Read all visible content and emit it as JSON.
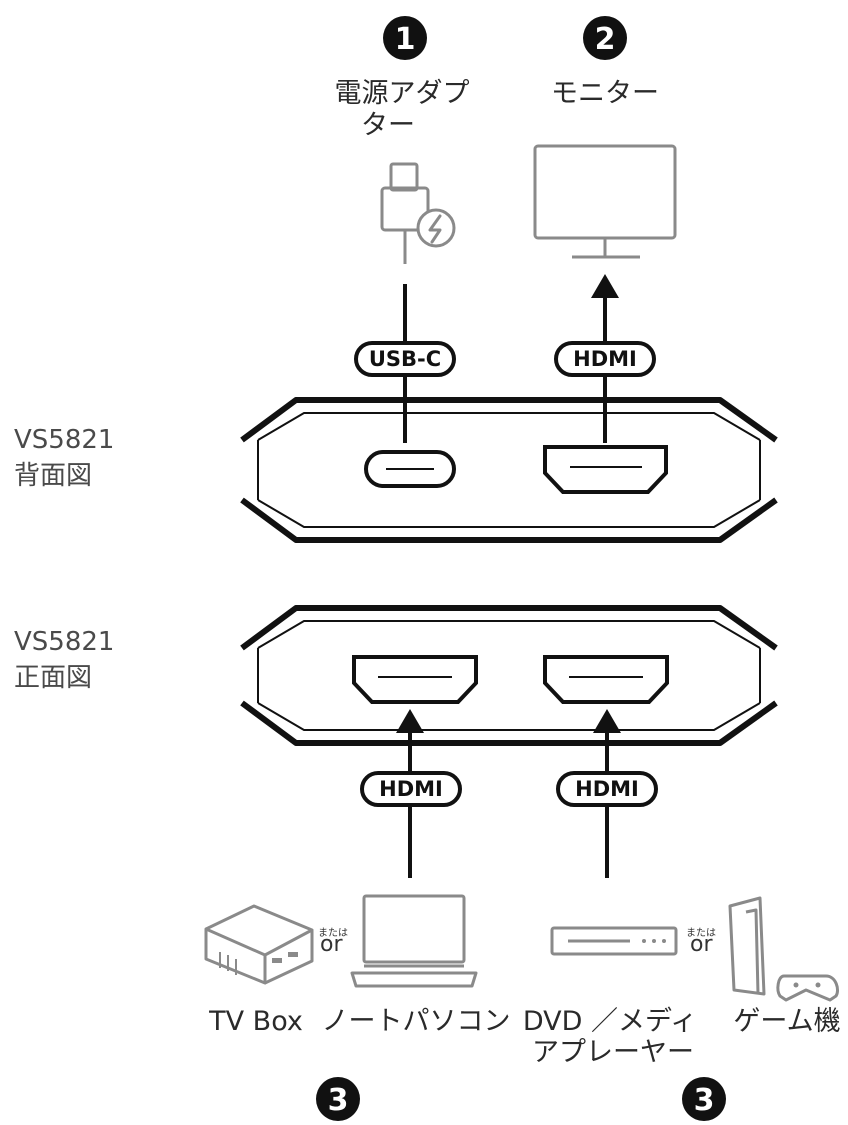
{
  "steps": {
    "step1": "1",
    "step2": "2",
    "step3_left": "3",
    "step3_right": "3"
  },
  "top_labels": {
    "power_adapter_line1": "電源アダプ",
    "power_adapter_line2": "ター",
    "monitor": "モニター"
  },
  "connectors": {
    "usb_c": "USB-C",
    "hdmi_out": "HDMI",
    "hdmi_in_1": "HDMI",
    "hdmi_in_2": "HDMI"
  },
  "views": {
    "rear_model": "VS5821",
    "rear_caption": "背面図",
    "front_model": "VS5821",
    "front_caption": "正面図"
  },
  "sources": {
    "tv_box": "TV Box",
    "laptop": "ノートパソコン",
    "dvd_line1": "DVD ／メディ",
    "dvd_line2": "アプレーヤー",
    "game_console": "ゲーム機",
    "or_left": "or",
    "or_left_small": "または",
    "or_right": "or",
    "or_right_small": "または"
  },
  "icons": {
    "power": "power-adapter-icon",
    "monitor": "monitor-icon",
    "tv_box": "tv-box-icon",
    "laptop": "laptop-icon",
    "dvd": "dvd-player-icon",
    "game": "game-console-icon"
  },
  "colors": {
    "line": "#111111",
    "icon": "#8a8a8a",
    "badge_fill": "#111111"
  }
}
